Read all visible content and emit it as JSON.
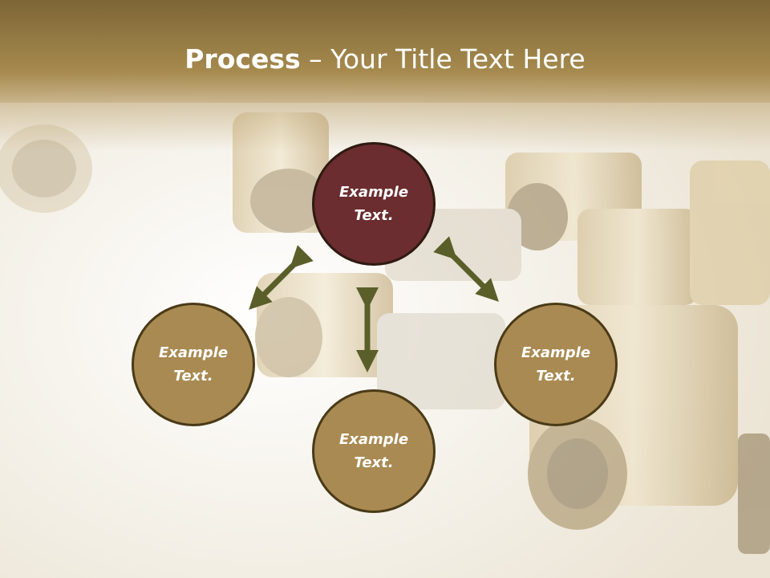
{
  "title": {
    "bold": "Process",
    "rest": " – Your Title Text Here"
  },
  "nodes": {
    "top": {
      "line1": "Example",
      "line2": "Text."
    },
    "left": {
      "line1": "Example",
      "line2": "Text."
    },
    "right": {
      "line1": "Example",
      "line2": "Text."
    },
    "bottom": {
      "line1": "Example",
      "line2": "Text."
    }
  },
  "colors": {
    "title_bar": "#9c8047",
    "node_fill": "#a98a52",
    "center_node_fill": "#6b2d2f",
    "arrow": "#5a5f2a",
    "title_text": "#ffffff"
  },
  "background": "brass-pipe-fittings-photo"
}
